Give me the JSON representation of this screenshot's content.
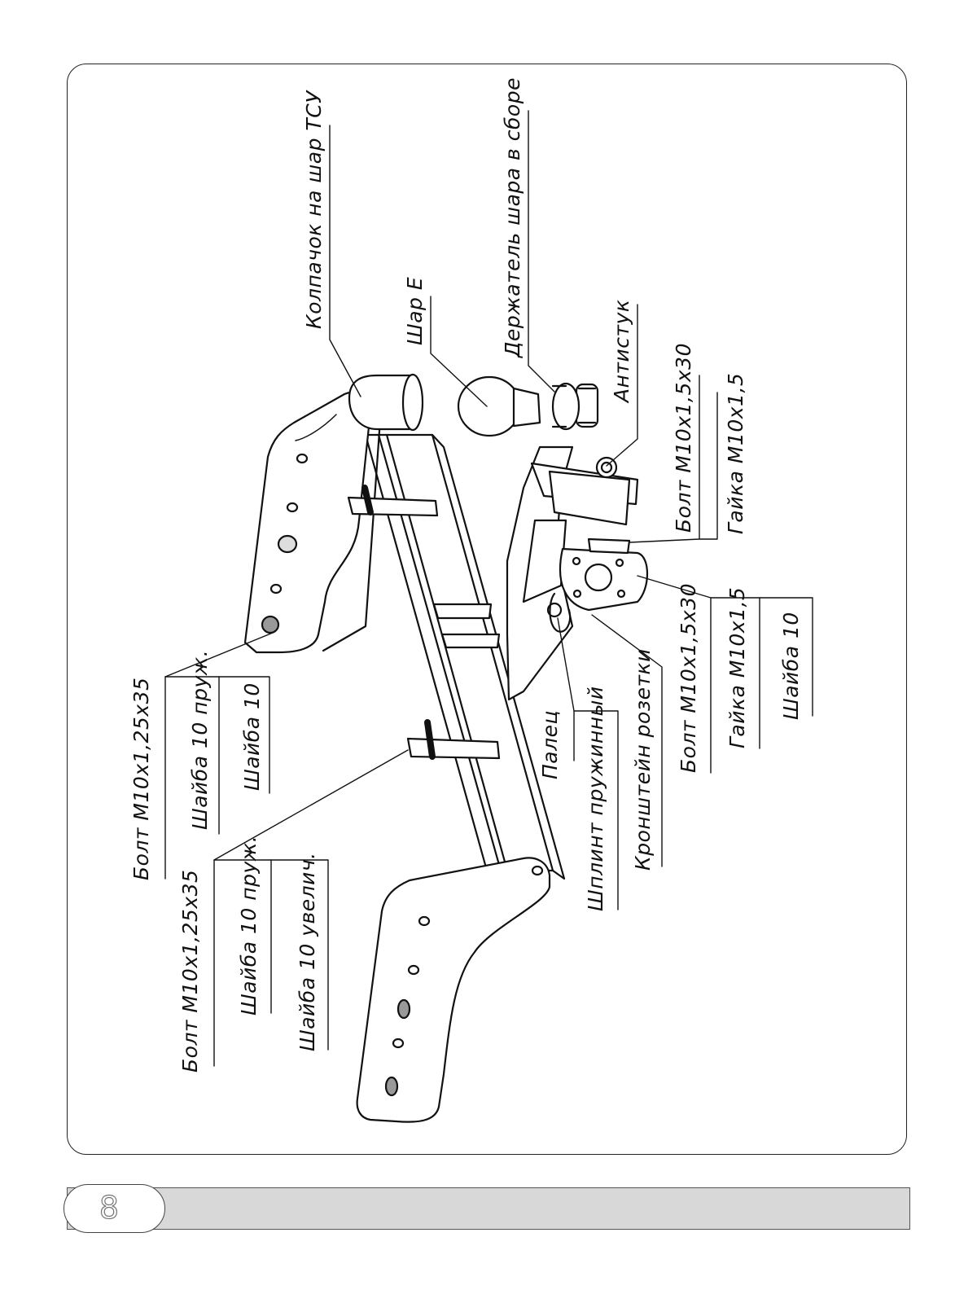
{
  "labels": {
    "cap": "Колпачок на шар ТСУ",
    "ball": "Шар Е",
    "ball_holder": "Держатель шара в сборе",
    "anti_knock": "Антистук",
    "bolt_m10x15x30_top": "Болт М10х1,5х30",
    "nut_m10x15_top": "Гайка М10х1,5",
    "bolt_m10x125x35_a": "Болт М10х1,25х35",
    "washer_spring_a": "Шайба 10 пруж.",
    "washer_10_a": "Шайба 10",
    "pin": "Палец",
    "cotter_spring": "Шплинт пружинный",
    "socket_bracket": "Кронштейн розетки",
    "bolt_m10x15x30_bottom": "Болт М10х1,5х30",
    "nut_m10x15_bottom": "Гайка М10х1,5",
    "washer_10_bottom": "Шайба 10",
    "bolt_m10x125x35_b": "Болт М10х1,25х35",
    "washer_spring_b": "Шайба 10 пруж.",
    "washer_enlarged_b": "Шайба 10 увелич."
  },
  "footer": {
    "page_number": "8"
  }
}
